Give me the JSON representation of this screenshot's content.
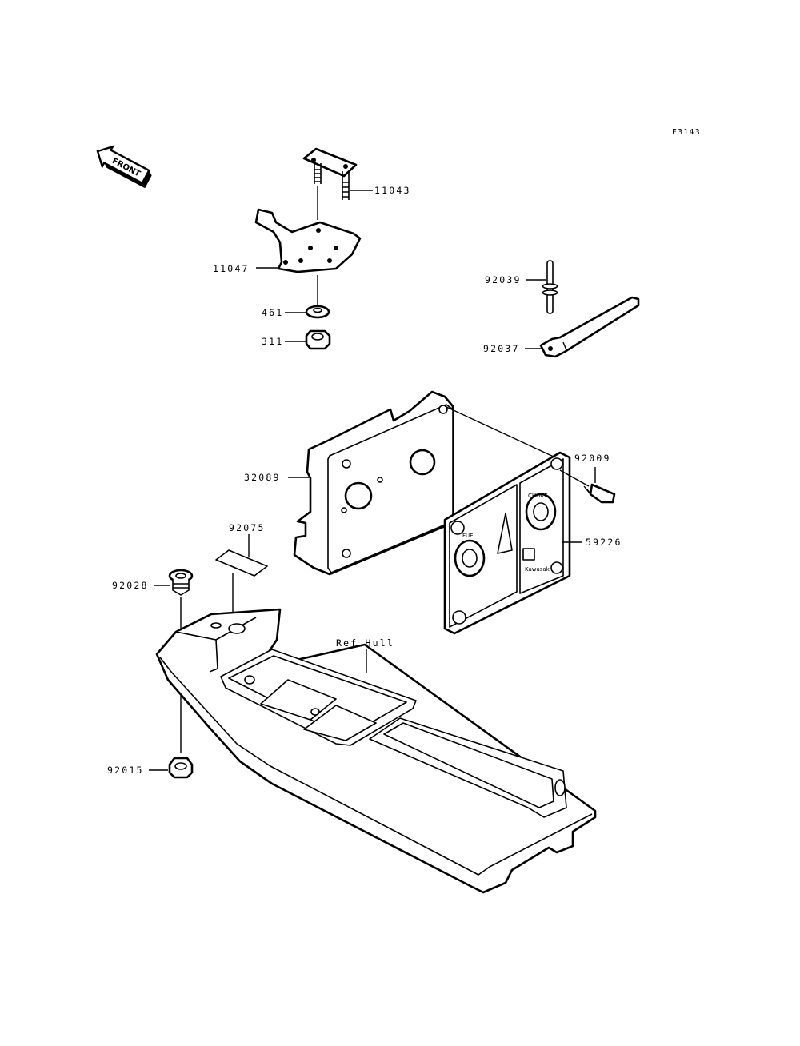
{
  "figure_code": "F3143",
  "front_marker": "FRONT",
  "parts": {
    "p11043": "11043",
    "p11047": "11047",
    "p461": "461",
    "p311": "311",
    "p92039": "92039",
    "p92037": "92037",
    "p32089": "32089",
    "p92009": "92009",
    "p59226": "59226",
    "p92075": "92075",
    "p92028": "92028",
    "p92015": "92015",
    "ref_hull": "Ref.Hull"
  },
  "panel_text": {
    "fuel": "FUEL",
    "choke": "CHOKE",
    "brand": "Kawasaki"
  },
  "colors": {
    "line": "#000000",
    "background": "#ffffff"
  }
}
